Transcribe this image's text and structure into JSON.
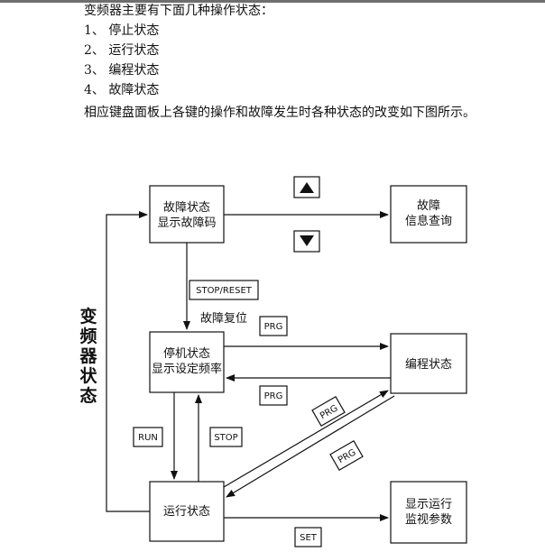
{
  "intro": {
    "heading": "变频器主要有下面几种操作状态：",
    "items": [
      "1、 停止状态",
      "2、 运行状态",
      "3、 编程状态",
      "4、 故障状态"
    ],
    "note": "相应键盘面板上各键的操作和故障发生时各种状态的改变如下图所示。"
  },
  "diagram": {
    "side_label": [
      "变",
      "频",
      "器",
      "状",
      "态"
    ],
    "boxes": {
      "fault_state": [
        "故障状态",
        "显示故障码"
      ],
      "fault_query": [
        "故障",
        "信息查询"
      ],
      "stop_state": [
        "停机状态",
        "显示设定频率"
      ],
      "program_state": [
        "编程状态"
      ],
      "run_state": [
        "运行状态"
      ],
      "run_monitor": [
        "显示运行",
        "监视参数"
      ]
    },
    "keys": {
      "stop_reset": "STOP/RESET",
      "prg_top": "PRG",
      "prg_mid": "PRG",
      "prg_diag_up": "PRG",
      "prg_diag_down": "PRG",
      "run": "RUN",
      "stop": "STOP",
      "set": "SET",
      "up_arrow": "up-arrow-icon",
      "down_arrow": "down-arrow-icon"
    },
    "labels": {
      "fault_reset": "故障复位"
    }
  }
}
